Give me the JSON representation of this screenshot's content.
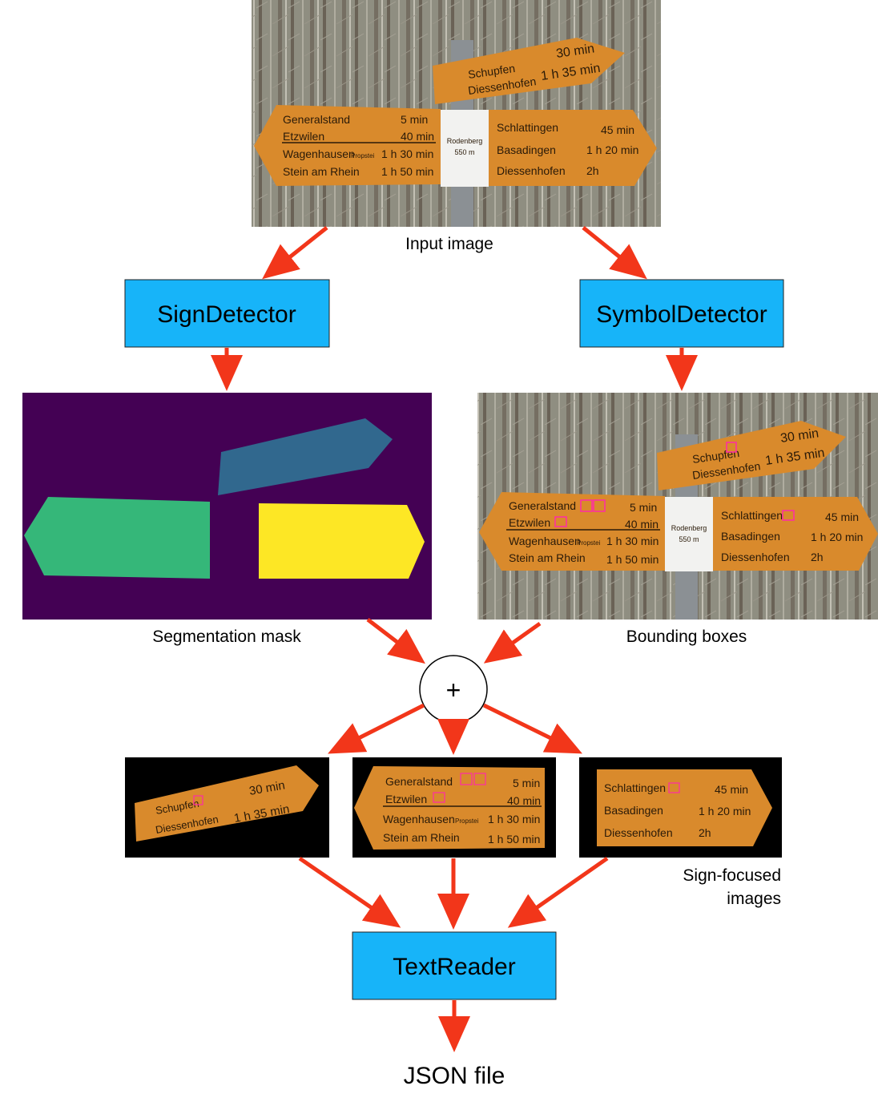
{
  "nodes": {
    "input_caption": "Input image",
    "sign_detector": "SignDetector",
    "symbol_detector": "SymbolDetector",
    "segmentation_caption": "Segmentation mask",
    "bbox_caption": "Bounding boxes",
    "combine_symbol": "+",
    "sign_focused_caption_line1": "Sign-focused",
    "sign_focused_caption_line2": "images",
    "text_reader": "TextReader",
    "json_output": "JSON file"
  },
  "signs": {
    "top": {
      "rows": [
        {
          "place": "Schupfen",
          "time": "30 min"
        },
        {
          "place": "Diessenhofen",
          "time": "1 h 35 min"
        }
      ]
    },
    "left": {
      "rows": [
        {
          "place": "Generalstand",
          "time": "5 min"
        },
        {
          "place": "Etzwilen",
          "time": "40 min"
        },
        {
          "place": "Wagenhausen",
          "suffix": "Propstei",
          "time": "1 h 30 min"
        },
        {
          "place": "Stein am Rhein",
          "time": "1 h 50 min"
        }
      ]
    },
    "center": {
      "name": "Rodenberg",
      "altitude": "550 m"
    },
    "right": {
      "rows": [
        {
          "place": "Schlattingen",
          "time": "45 min"
        },
        {
          "place": "Basadingen",
          "time": "1 h 20 min"
        },
        {
          "place": "Diessenhofen",
          "time": "2h"
        }
      ]
    }
  },
  "colors": {
    "process_box": "#17b4f9",
    "arrow": "#f2361a",
    "sign_orange": "#d98a2c",
    "mask_background": "#440154",
    "mask_top_sign": "#31688e",
    "mask_left_sign": "#35b779",
    "mask_right_sign": "#fde725"
  },
  "icons": [
    "tree-forest-background",
    "directional-sign-icon"
  ]
}
